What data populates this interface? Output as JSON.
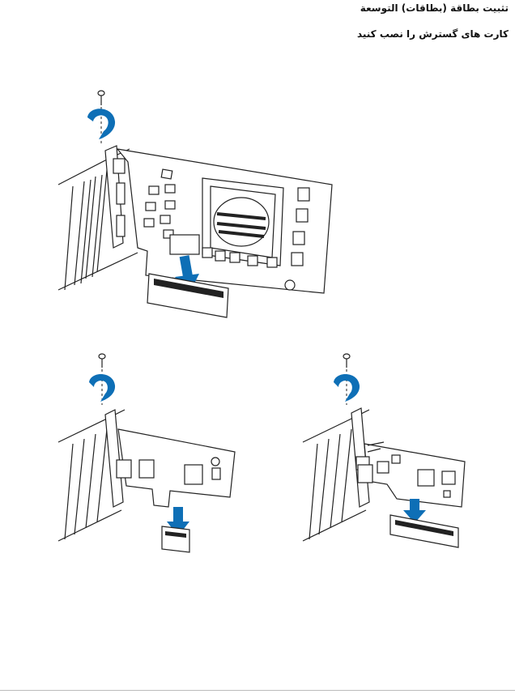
{
  "document": {
    "heading_arabic": "تثبيت بطاقة (بطاقات) التوسعة",
    "heading_persian": "کارت های گسترش را نصب کنید"
  },
  "figures": {
    "main_card": {
      "icon": "graphics-card-install-illustration"
    },
    "small_card_left": {
      "icon": "low-profile-card-install-illustration"
    },
    "small_card_right": {
      "icon": "short-card-install-illustration"
    }
  },
  "colors": {
    "arrow": "#0e6fb6",
    "arrow_light": "#6aa9d8",
    "line": "#222222"
  }
}
